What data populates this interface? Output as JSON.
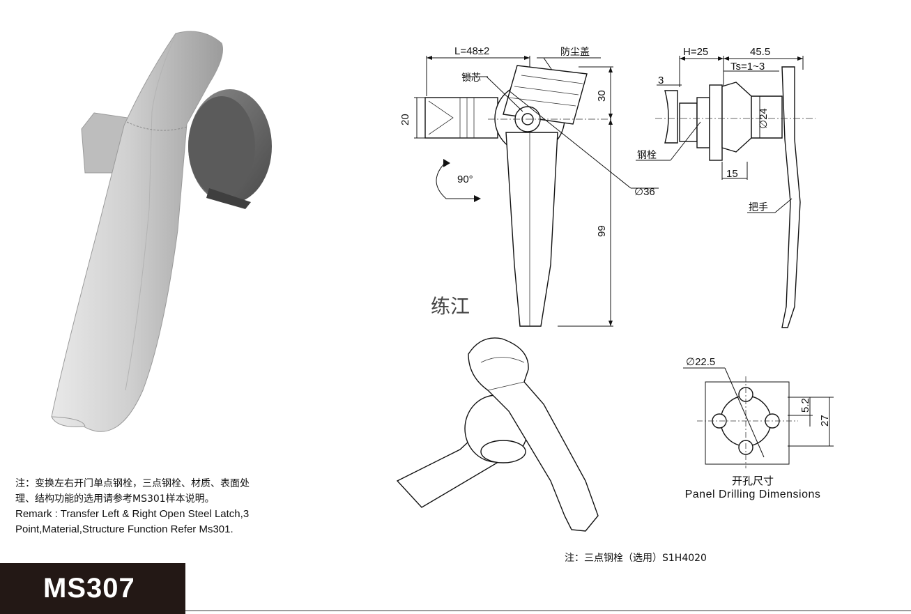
{
  "model": "MS307",
  "notes": {
    "line1": "注：变换左右开门单点钢栓，三点钢栓、材质、表面处",
    "line2": "理、结构功能的选用请参考MS301样本说明。",
    "line3": "Remark : Transfer Left & Right Open Steel Latch,3",
    "line4": "Point,Material,Structure Function Refer Ms301."
  },
  "front_view": {
    "length_label": "L=48±2",
    "dust_cover_label": "防尘盖",
    "lock_core_label": "锁芯",
    "height_20": "20",
    "height_30": "30",
    "height_99": "99",
    "diameter_36": "∅36",
    "rotation": "90°"
  },
  "side_view": {
    "h_label": "H=25",
    "width_45": "45.5",
    "ts_label": "Ts=1~3",
    "dim_3": "3",
    "diameter_24": "∅24",
    "dim_15": "15",
    "steel_latch_label": "钢栓",
    "handle_label": "把手"
  },
  "panel_drilling": {
    "diameter_label": "∅22.5",
    "dim_5_2": "5.2",
    "dim_27": "27",
    "title_cn": "开孔尺寸",
    "title_en": "Panel Drilling Dimensions"
  },
  "watermark": "练江",
  "lower_note": "注：三点钢栓（选用）S1H4020",
  "colors": {
    "model_bar": "#231815",
    "handle_gray": "#c9c9c9"
  }
}
